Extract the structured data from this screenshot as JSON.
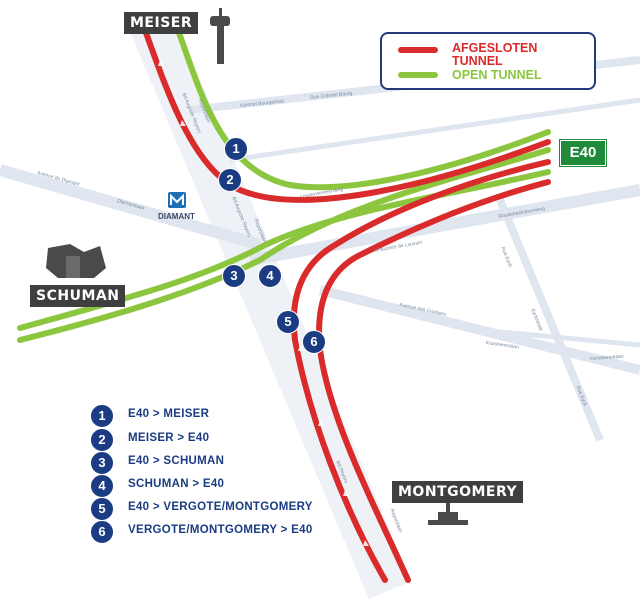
{
  "legend": {
    "closed_label_line1": "AFGESLOTEN",
    "closed_label_line2": "TUNNEL",
    "open_label": "OPEN TUNNEL",
    "closed_color": "#d92b2b",
    "open_color": "#8cc63f",
    "border_color": "#223a7a"
  },
  "places": {
    "meiser": "MEISER",
    "schuman": "SCHUMAN",
    "montgomery": "MONTGOMERY",
    "diamant": "DIAMANT"
  },
  "e40_shield": "E40",
  "badges": [
    "1",
    "2",
    "3",
    "4",
    "5",
    "6"
  ],
  "routes": [
    {
      "number": "1",
      "text": "E40 > MEISER"
    },
    {
      "number": "2",
      "text": "MEISER > E40"
    },
    {
      "number": "3",
      "text": "E40 > SCHUMAN"
    },
    {
      "number": "4",
      "text": "SCHUMAN > E40"
    },
    {
      "number": "5",
      "text": "E40 > VERGOTE/MONTGOMERY"
    },
    {
      "number": "6",
      "text": "VERGOTE/MONTGOMERY > E40"
    }
  ],
  "streets": {
    "kolonel_bourg": "Kolonel Bourgstraat",
    "rue_colonel_bourg": "Rue Colonel Bourg",
    "avenue_diamant": "Avenue du Diamant",
    "diamantlaan": "Diamantlaan",
    "reyers_1": "Bd Auguste Reyers",
    "reyers_2": "Reyerslaan",
    "louvain": "Chaussée de Louvain",
    "leuvense": "Leuvensesteenweg",
    "roodebeek": "Roodebeeksteenweg",
    "croisiers": "Avenue des Croisiers",
    "kruisherenlaan": "Kruisherenlaan",
    "eyck": "Rue Eyck",
    "eyckstraat": "Eyckstraat",
    "kerselarenlaan": "Kerselarenlaan",
    "bd_reyers_south": "Bd Reyers",
    "reyerslaan_south": "Reyerslaan"
  }
}
